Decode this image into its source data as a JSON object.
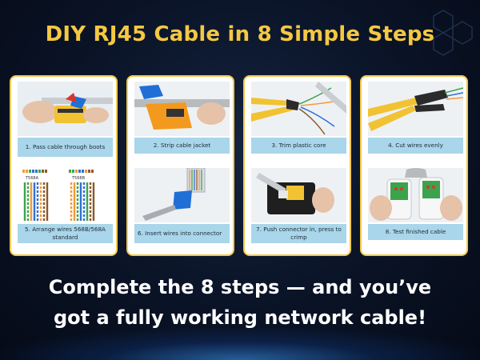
{
  "title": "DIY RJ45 Cable in 8 Simple Steps",
  "colors": {
    "title": "#f5c842",
    "card_border": "#f2c94c",
    "caption_bg": "#a9d6ea",
    "background": "#0a1326"
  },
  "steps": [
    {
      "label": "1. Pass cable through boots",
      "icon": "cable-boot-photo"
    },
    {
      "label": "2. Strip cable jacket",
      "icon": "cable-stripper-photo"
    },
    {
      "label": "3. Trim plastic core",
      "icon": "cutter-photo"
    },
    {
      "label": "4. Cut wires evenly",
      "icon": "pliers-photo"
    },
    {
      "label": "5. Arrange wires 568B/568A standard",
      "icon": "wiring-diagram"
    },
    {
      "label": "6. Insert wires into connector",
      "icon": "rj45-plug-photo"
    },
    {
      "label": "7. Push connector in, press to crimp",
      "icon": "crimper-photo"
    },
    {
      "label": "8. Test finished cable",
      "icon": "cable-tester-photo"
    }
  ],
  "wiring": {
    "left": "T568A",
    "right": "T568B"
  },
  "closing": {
    "line1": "Complete the 8 steps — and you’ve",
    "line2": "got a fully working network cable!"
  }
}
